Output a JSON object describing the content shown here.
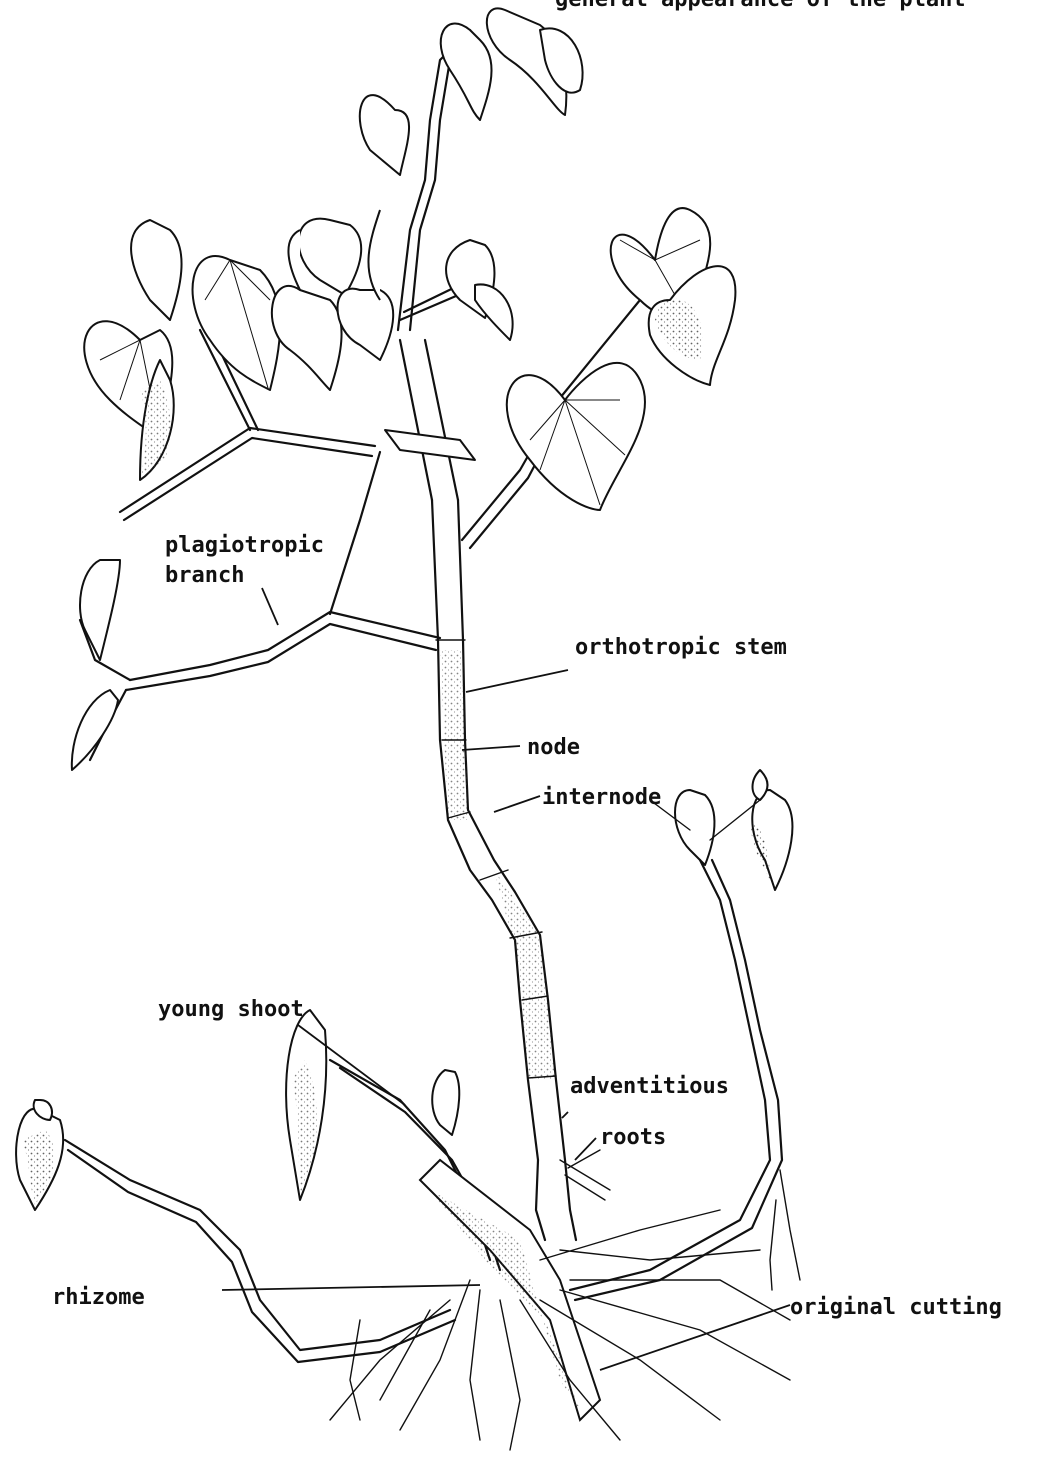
{
  "caption": "general appearance of the plant",
  "labels": {
    "plagiotropic": "plagiotropic",
    "branch": "branch",
    "orthotropic_stem": "orthotropic stem",
    "node": "node",
    "internode": "internode",
    "young_shoot": "young shoot",
    "adventitious": "adventitious",
    "roots": "roots",
    "rhizome": "rhizome",
    "original_cutting": "original cutting"
  }
}
